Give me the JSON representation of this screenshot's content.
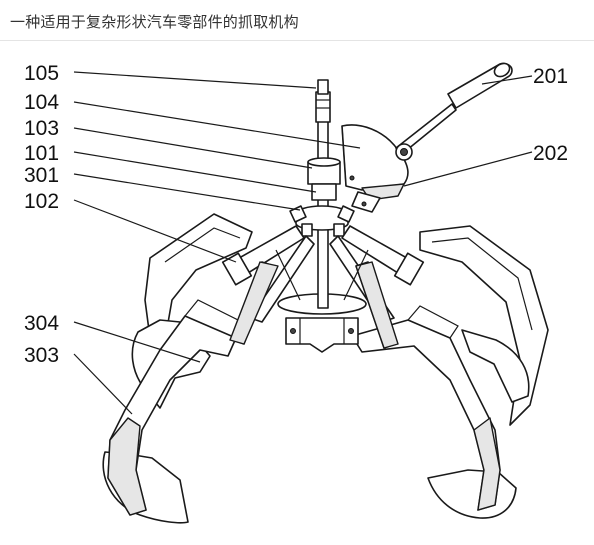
{
  "page": {
    "title": "一种适用于复杂形状汽车零部件的抓取机构"
  },
  "figure": {
    "labels": {
      "l105": "105",
      "l104": "104",
      "l103": "103",
      "l101": "101",
      "l301": "301",
      "l102": "102",
      "l304": "304",
      "l303": "303",
      "l201": "201",
      "l202": "202"
    }
  }
}
